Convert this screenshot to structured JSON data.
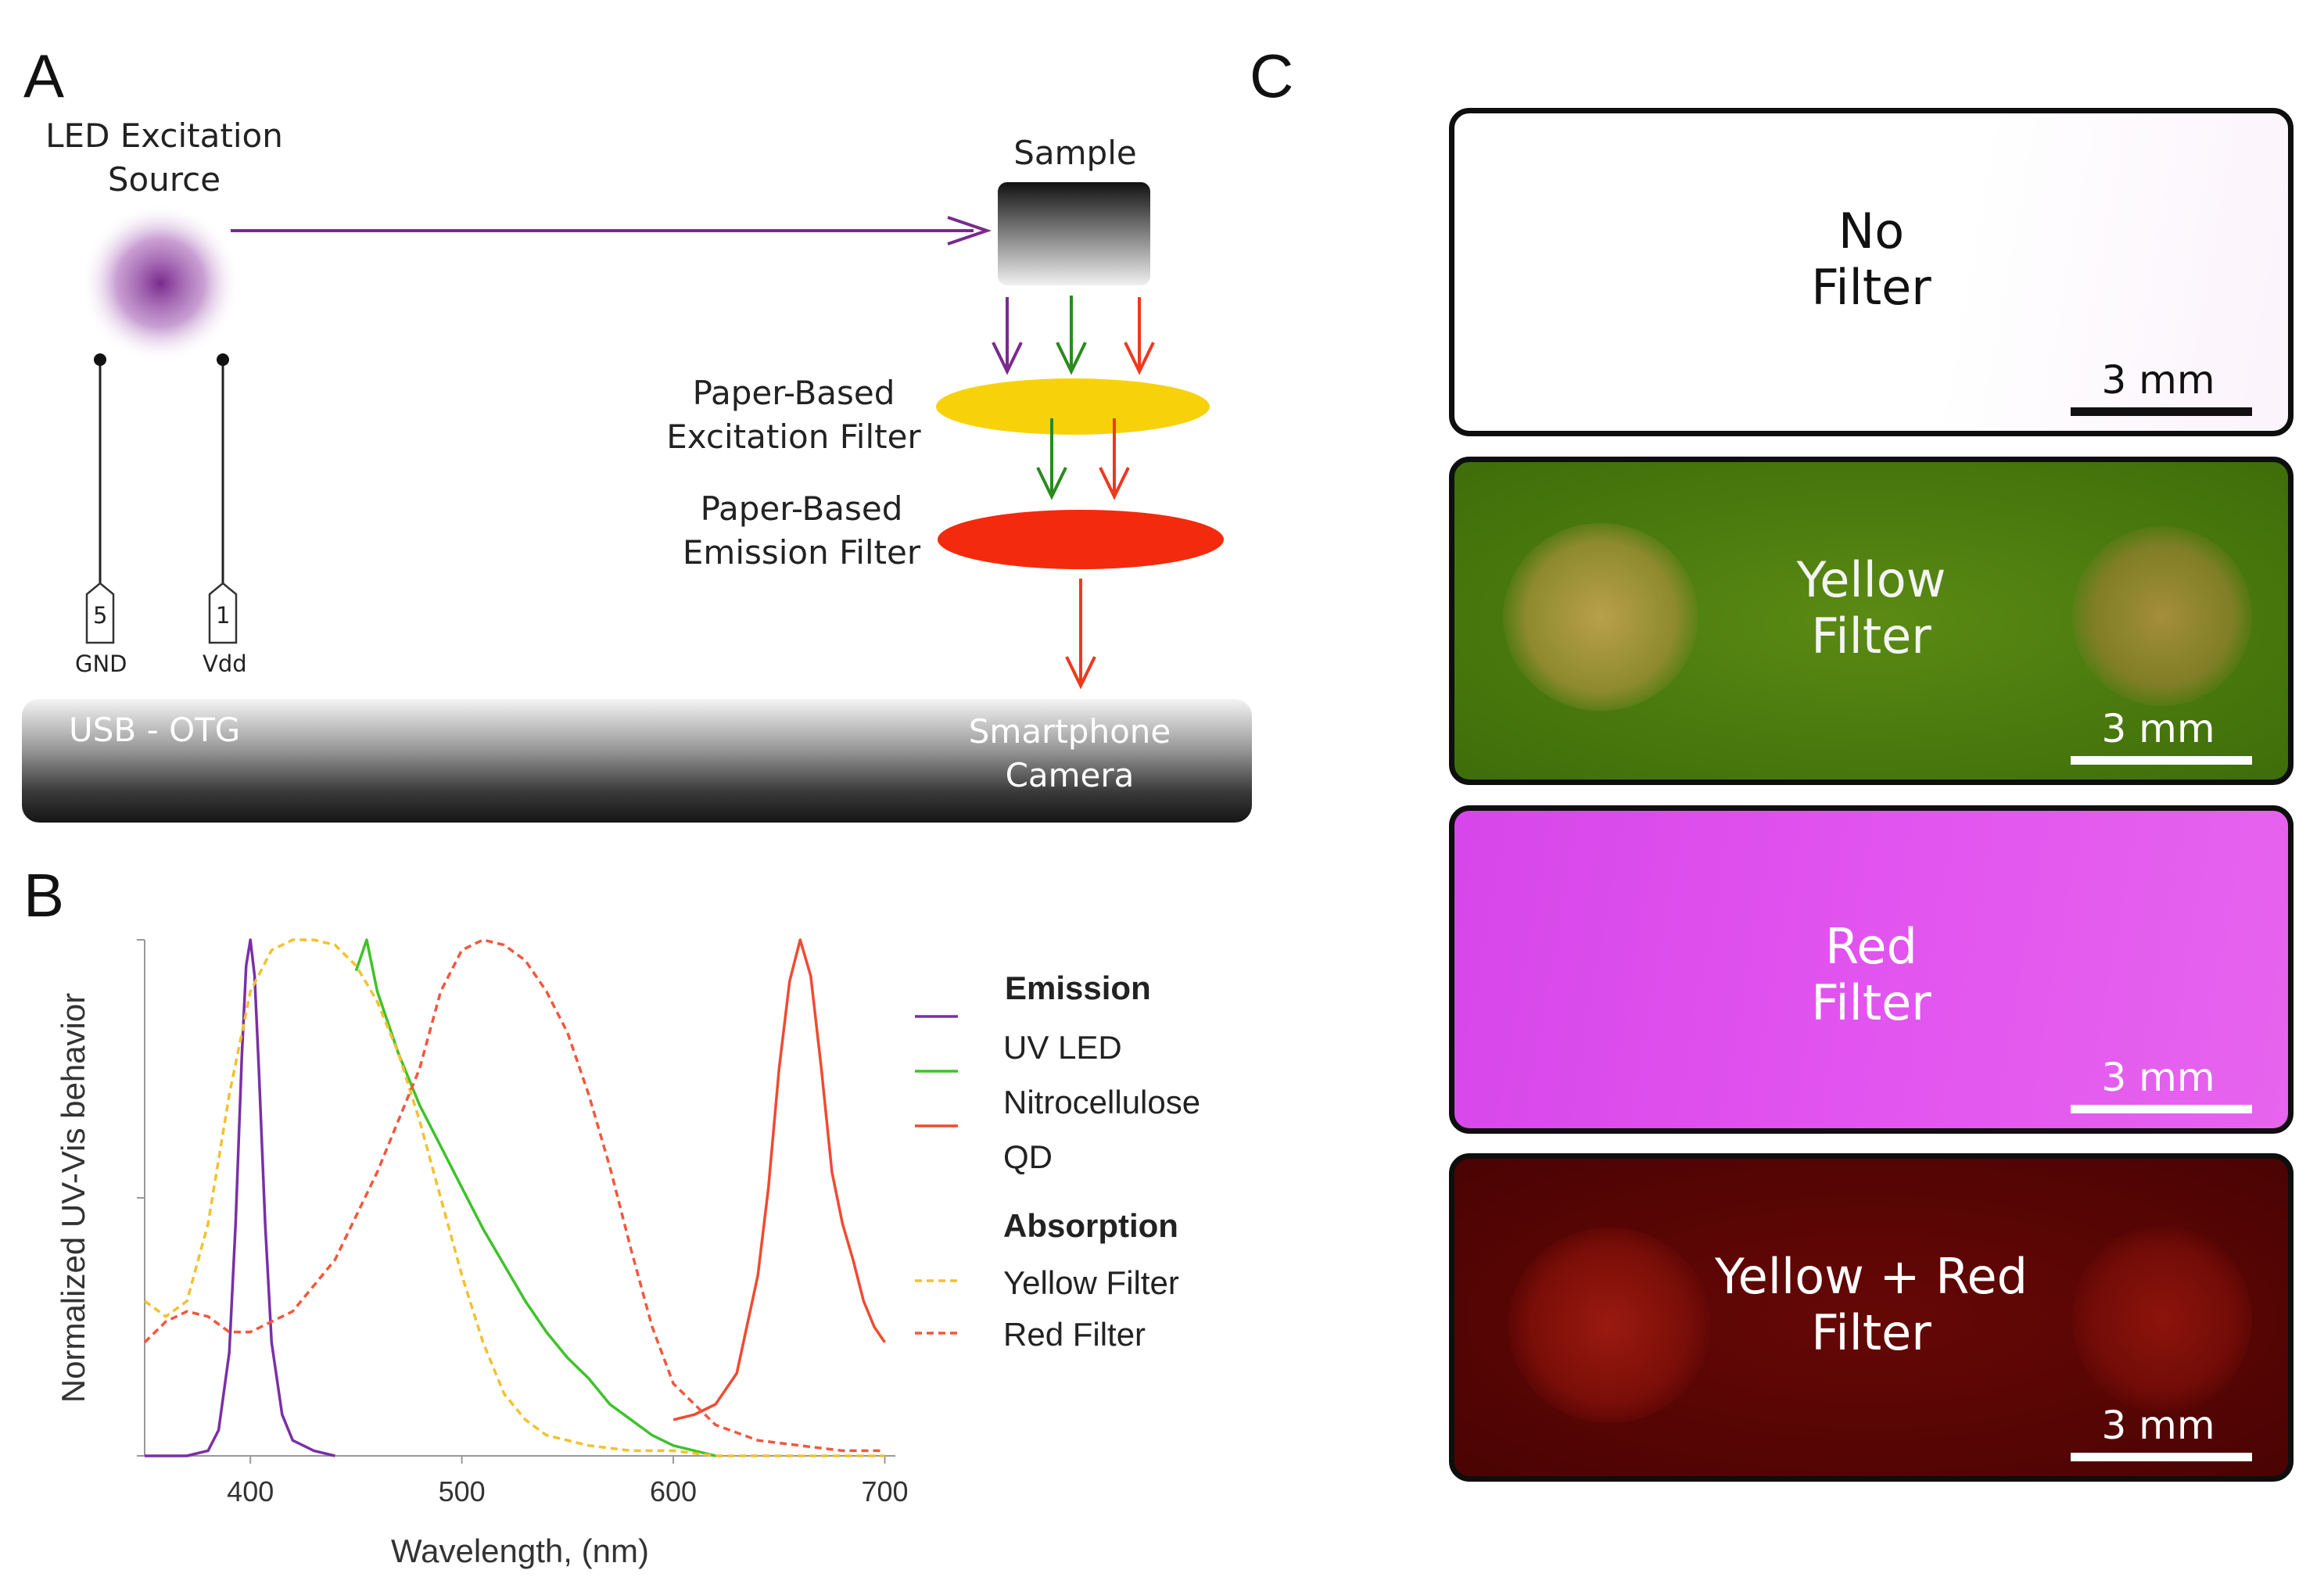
{
  "panels": {
    "a": "A",
    "b": "B",
    "c": "C"
  },
  "diagram": {
    "led_label": "LED Excitation\nSource",
    "sample_label": "Sample",
    "excitation_filter_label": "Paper-Based\nExcitation Filter",
    "emission_filter_label": "Paper-Based\nEmission Filter",
    "pins": [
      {
        "number": "5",
        "name": "GND"
      },
      {
        "number": "1",
        "name": "Vdd"
      }
    ],
    "usb_label": "USB - OTG",
    "camera_label": "Smartphone\nCamera",
    "colors": {
      "uv": "#7a2a8e",
      "green": "#2a8a1e",
      "red": "#f0381e",
      "yellow_filter": "#f7d20a",
      "red_filter": "#f42a0e"
    }
  },
  "chart_data": {
    "type": "line",
    "title": "",
    "xlabel": "Wavelength, (nm)",
    "ylabel": "Normalized UV-Vis behavior",
    "xlim": [
      350,
      705
    ],
    "ylim": [
      0,
      1
    ],
    "x_ticks": [
      400,
      500,
      600,
      700
    ],
    "y_ticks": [
      0,
      0.5,
      1
    ],
    "grid": false,
    "legend_position": "right",
    "legend_groups": [
      {
        "title": "Emission",
        "entries": [
          "UV LED",
          "Nitrocellulose",
          "QD"
        ]
      },
      {
        "title": "Absorption",
        "entries": [
          "Yellow Filter",
          "Red Filter"
        ]
      }
    ],
    "series": [
      {
        "name": "UV LED",
        "group": "Emission",
        "style": "solid",
        "color": "#7b2fa6",
        "x": [
          350,
          370,
          380,
          385,
          390,
          393,
          396,
          398,
          400,
          402,
          404,
          407,
          410,
          415,
          420,
          430,
          440
        ],
        "y": [
          0.0,
          0.0,
          0.01,
          0.05,
          0.2,
          0.45,
          0.78,
          0.95,
          1.0,
          0.93,
          0.75,
          0.45,
          0.22,
          0.08,
          0.03,
          0.01,
          0.0
        ]
      },
      {
        "name": "Nitrocellulose",
        "group": "Emission",
        "style": "solid",
        "color": "#3ec22a",
        "x": [
          450,
          455,
          460,
          470,
          480,
          490,
          500,
          510,
          520,
          530,
          540,
          550,
          560,
          570,
          580,
          590,
          600,
          610,
          620
        ],
        "y": [
          0.94,
          1.0,
          0.9,
          0.78,
          0.68,
          0.6,
          0.52,
          0.44,
          0.37,
          0.3,
          0.24,
          0.19,
          0.15,
          0.1,
          0.07,
          0.04,
          0.02,
          0.01,
          0.0
        ]
      },
      {
        "name": "QD",
        "group": "Emission",
        "style": "solid",
        "color": "#f04a32",
        "x": [
          600,
          610,
          620,
          630,
          640,
          645,
          650,
          655,
          660,
          665,
          670,
          675,
          680,
          685,
          690,
          695,
          700
        ],
        "y": [
          0.07,
          0.08,
          0.1,
          0.16,
          0.35,
          0.52,
          0.75,
          0.92,
          1.0,
          0.93,
          0.75,
          0.55,
          0.45,
          0.38,
          0.3,
          0.25,
          0.22
        ]
      },
      {
        "name": "Yellow Filter",
        "group": "Absorption",
        "style": "dashed",
        "color": "#f2c12e",
        "x": [
          350,
          360,
          370,
          380,
          390,
          400,
          410,
          420,
          430,
          440,
          450,
          460,
          470,
          480,
          490,
          500,
          510,
          520,
          530,
          540,
          560,
          580,
          600,
          620,
          650,
          700
        ],
        "y": [
          0.3,
          0.27,
          0.3,
          0.45,
          0.7,
          0.9,
          0.98,
          1.0,
          1.0,
          0.99,
          0.95,
          0.88,
          0.78,
          0.65,
          0.5,
          0.35,
          0.22,
          0.12,
          0.07,
          0.04,
          0.02,
          0.01,
          0.01,
          0.0,
          0.0,
          0.0
        ]
      },
      {
        "name": "Red Filter",
        "group": "Absorption",
        "style": "dashed",
        "color": "#f2573e",
        "x": [
          350,
          360,
          370,
          380,
          390,
          400,
          420,
          440,
          460,
          480,
          490,
          500,
          510,
          520,
          530,
          540,
          550,
          560,
          570,
          580,
          590,
          600,
          620,
          640,
          660,
          680,
          700
        ],
        "y": [
          0.22,
          0.26,
          0.28,
          0.27,
          0.24,
          0.24,
          0.28,
          0.38,
          0.55,
          0.75,
          0.9,
          0.98,
          1.0,
          0.99,
          0.96,
          0.9,
          0.82,
          0.7,
          0.56,
          0.4,
          0.25,
          0.14,
          0.06,
          0.03,
          0.02,
          0.01,
          0.01
        ]
      }
    ]
  },
  "images": {
    "scale_label": "3 mm",
    "panels": [
      {
        "label": "No\nFilter",
        "background": "#ffffff",
        "text_color": "#111111",
        "scale_color": "#111111"
      },
      {
        "label": "Yellow\nFilter",
        "background": "#4a7a0e",
        "text_color": "#f4f4f4",
        "scale_color": "#ffffff"
      },
      {
        "label": "Red\nFilter",
        "background": "#e050ec",
        "text_color": "#ffffff",
        "scale_color": "#ffffff"
      },
      {
        "label": "Yellow + Red\nFilter",
        "background": "#5a0604",
        "text_color": "#ffffff",
        "scale_color": "#ffffff"
      }
    ]
  }
}
